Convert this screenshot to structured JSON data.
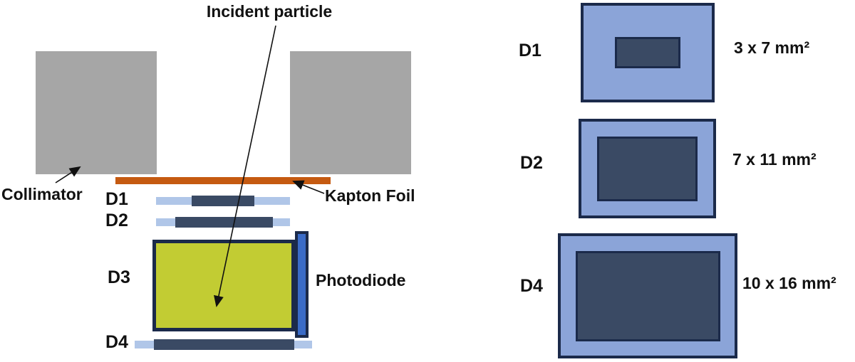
{
  "figure": {
    "incident_particle_label": "Incident particle",
    "collimator_label": "Collimator",
    "kapton_foil_label": "Kapton Foil",
    "photodiode_label": "Photodiode",
    "layer_labels": [
      "D1",
      "D2",
      "D3",
      "D4"
    ]
  },
  "right_panel": {
    "detectors": [
      {
        "id": "D1",
        "size": "3 x 7 mm²"
      },
      {
        "id": "D2",
        "size": "7 x 11 mm²"
      },
      {
        "id": "D4",
        "size": "10 x 16 mm²"
      }
    ]
  },
  "colors": {
    "gray": "#a6a6a6",
    "orange": "#c55a11",
    "light-blue": "#8ba4d8",
    "bar-blue": "#b0c6e8",
    "slate": "#3a4a64",
    "navy": "#1b2a4a",
    "yellow": "#c2cc33",
    "photodiode-blue": "#3a6bc7"
  }
}
